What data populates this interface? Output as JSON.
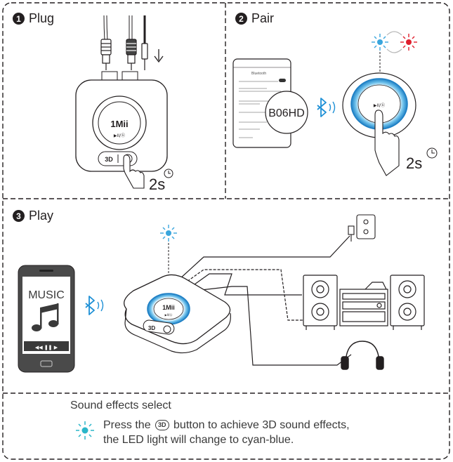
{
  "steps": [
    {
      "number": "1",
      "label": "Plug"
    },
    {
      "number": "2",
      "label": "Pair"
    },
    {
      "number": "3",
      "label": "Play"
    }
  ],
  "device": {
    "brand": "1Mii",
    "play_glyph": "▶II/ⓑ",
    "mode_button": "3D"
  },
  "hold_time": "2s",
  "bluetooth_name": "B06HD",
  "phone_screen": {
    "header": "Bluetooth",
    "music_label": "MUSIC"
  },
  "icons": {
    "bluetooth": "bluetooth-signal-icon",
    "led_blue": "led-blue-icon",
    "led_red": "led-red-icon",
    "led_cyan": "led-cyan-icon",
    "music_note": "music-note-icon",
    "headphones": "headphones-icon",
    "stereo": "stereo-system-icon",
    "outlet": "power-outlet-icon",
    "clock": "clock-icon"
  },
  "colors": {
    "led_blue": "#3aa6dd",
    "led_red": "#e0202e",
    "cyan": "#2bb6c9",
    "ring_blue": "#1e90d6",
    "line": "#231f20"
  },
  "note": {
    "title": "Sound effects select",
    "line1_before": "Press the",
    "line1_button": "3D",
    "line1_after": "button to achieve 3D sound effects,",
    "line2": "the LED light will change to cyan-blue."
  }
}
